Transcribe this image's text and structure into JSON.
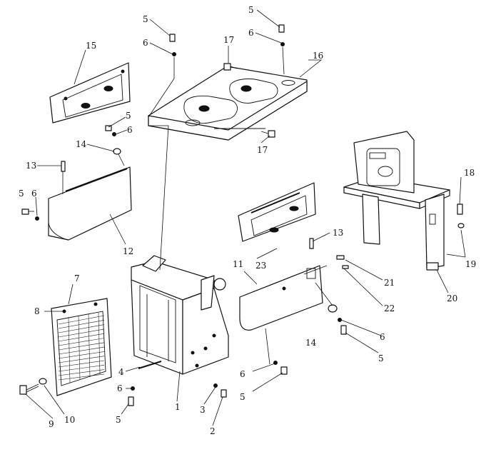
{
  "callouts": [
    {
      "id": "c-5a",
      "text": "5"
    },
    {
      "id": "c-6a",
      "text": "6"
    },
    {
      "id": "c-5b",
      "text": "5"
    },
    {
      "id": "c-6b",
      "text": "6"
    },
    {
      "id": "c-17a",
      "text": "17"
    },
    {
      "id": "c-16",
      "text": "16"
    },
    {
      "id": "c-15",
      "text": "15"
    },
    {
      "id": "c-5c",
      "text": "5"
    },
    {
      "id": "c-6c",
      "text": "6"
    },
    {
      "id": "c-14a",
      "text": "14"
    },
    {
      "id": "c-17b",
      "text": "17"
    },
    {
      "id": "c-13a",
      "text": "13"
    },
    {
      "id": "c-5d",
      "text": "5"
    },
    {
      "id": "c-6d",
      "text": "6"
    },
    {
      "id": "c-12",
      "text": "12"
    },
    {
      "id": "c-18",
      "text": "18"
    },
    {
      "id": "c-13b",
      "text": "13"
    },
    {
      "id": "c-11",
      "text": "11"
    },
    {
      "id": "c-23",
      "text": "23"
    },
    {
      "id": "c-19",
      "text": "19"
    },
    {
      "id": "c-20",
      "text": "20"
    },
    {
      "id": "c-21",
      "text": "21"
    },
    {
      "id": "c-22",
      "text": "22"
    },
    {
      "id": "c-7",
      "text": "7"
    },
    {
      "id": "c-8",
      "text": "8"
    },
    {
      "id": "c-4",
      "text": "4"
    },
    {
      "id": "c-6e",
      "text": "6"
    },
    {
      "id": "c-5e",
      "text": "5"
    },
    {
      "id": "c-1",
      "text": "1"
    },
    {
      "id": "c-3",
      "text": "3"
    },
    {
      "id": "c-2",
      "text": "2"
    },
    {
      "id": "c-9",
      "text": "9"
    },
    {
      "id": "c-10",
      "text": "10"
    },
    {
      "id": "c-14b",
      "text": "14"
    },
    {
      "id": "c-6f",
      "text": "6"
    },
    {
      "id": "c-5f",
      "text": "5"
    },
    {
      "id": "c-6g",
      "text": "6"
    },
    {
      "id": "c-5g",
      "text": "5"
    }
  ]
}
